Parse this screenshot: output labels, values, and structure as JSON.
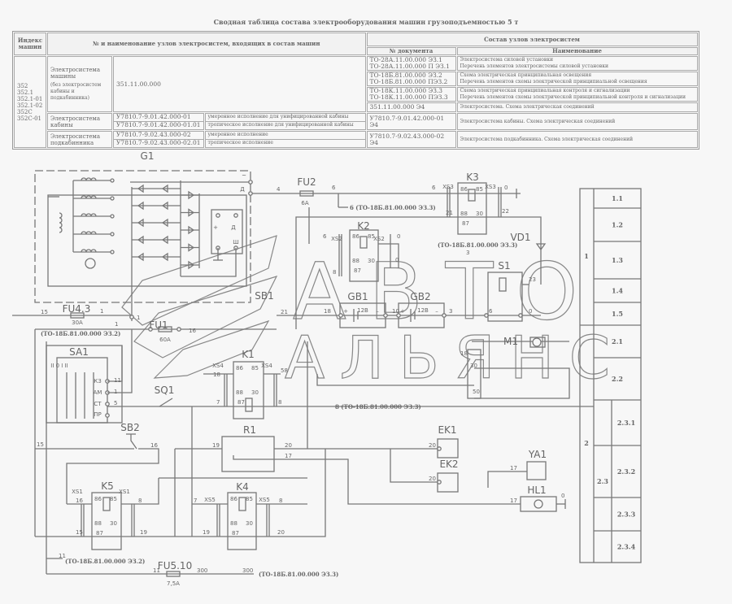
{
  "table": {
    "title": "Сводная таблица состава электрооборудования машин грузоподъемностью 5 т",
    "headers": {
      "index": "Индекс машин",
      "name": "№ и наименование узлов электросистем, входящих в состав машин",
      "composition": "Состав узлов электросистем",
      "doc_no": "№ документа",
      "doc_name": "Наименование"
    },
    "machine_indices": [
      "352",
      "352.1",
      "352.1-01",
      "352.1-02",
      "352С",
      "352С-01"
    ],
    "systems": [
      {
        "name": "Электросистема машины",
        "note": "(без электросистем кабины и подкабинника)",
        "variants": [
          {
            "code": "351.11.00.000",
            "desc": ""
          }
        ]
      },
      {
        "name": "Электросистема кабины",
        "variants": [
          {
            "code": "У7810.7-9.01.42.000-01",
            "desc": "умеренное исполнение для унифицированной кабины"
          },
          {
            "code": "У7810.7-9.01.42.000-01.01",
            "desc": "тропическое исполнение для унифицированной кабины"
          }
        ]
      },
      {
        "name": "Электросистема подкабинника",
        "variants": [
          {
            "code": "У7810.7-9.02.43.000-02",
            "desc": "умеренное исполнение"
          },
          {
            "code": "У7810.7-9.02.43.000-02.01",
            "desc": "тропическое исполнение"
          }
        ]
      }
    ],
    "documents": [
      {
        "no": [
          "ТО-28А.11.00.000 ЭЗ.1",
          "ТО-28А.11.00.000 П ЭЗ.1"
        ],
        "name": [
          "Электросистема силовой установки",
          "Перечень элементов электросистемы силовой установки"
        ]
      },
      {
        "no": [
          "ТО-18Б.81.00.000 ЭЗ.2",
          "ТО-18Б.81.00.000 ПЭЗ.2"
        ],
        "name": [
          "Схема электрическая принципиальная освещения",
          "Перечень элементов схемы электрической принципиальной освещения"
        ]
      },
      {
        "no": [
          "ТО-18К.11.00.000 ЭЗ.3",
          "ТО-18К.11.00.000 ПЭЗ.3"
        ],
        "name": [
          "Схема электрическая принципиальная контроля и сигнализации",
          "Перечень элементов схемы электрической принципиальной контроля и сигнализации"
        ]
      },
      {
        "no": [
          "351.11.00.000 Э4"
        ],
        "name": [
          "Электросистема. Схема электрическая соединений"
        ]
      },
      {
        "no": [
          "У7810.7-9.01.42.000-01 Э4"
        ],
        "name": [
          "Электросистема кабины. Схема электрическая соединений"
        ]
      },
      {
        "no": [
          "У7810.7-9.02.43.000-02 Э4"
        ],
        "name": [
          "Электросистема подкабинника. Схема электрическая соединений"
        ]
      }
    ]
  },
  "diagram": {
    "labels": {
      "g1": "G1",
      "fu2": "FU2",
      "fu2_rating": "6А",
      "k3": "K3",
      "k2": "K2",
      "vd1": "VD1",
      "gb1": "GB1",
      "gb2": "GB2",
      "gb_voltage": "12В",
      "s1": "S1",
      "m1": "M1",
      "sb1": "SB1",
      "fu43": "FU4.3",
      "fu43_rating": "30А",
      "fu1": "FU1",
      "fu1_rating": "60А",
      "sa1": "SA1",
      "k1": "K1",
      "sq1": "SQ1",
      "r1": "R1",
      "sb2": "SB2",
      "k5": "K5",
      "k4": "K4",
      "ek1": "EK1",
      "ek2": "EK2",
      "ya1": "YA1",
      "hl1": "HL1",
      "fu510": "FU5.10",
      "fu510_rating": "7,5А",
      "xs1": "XS1",
      "xs2": "XS2",
      "xs3": "XS3",
      "xs4": "XS4",
      "xs5": "XS5",
      "g1_ac": "~",
      "g1_d": "Д",
      "reg_plus": "+",
      "reg_d": "Д",
      "reg_sh": "Ш",
      "sa1_kz": "КЗ",
      "sa1_am": "АМ",
      "sa1_st": "СТ",
      "sa1_pr": "ПР",
      "sa1_pos": "II  0  I  II",
      "plus": "+",
      "minus": "–"
    },
    "refs": {
      "r6": "6 (ТО-18Б.81.00.000 ЭЗ.3)",
      "r_top": "(ТО-18Б.81.00.000 ЭЗ.3)",
      "r_fu43": "(ТО-18Б.81.00.000 ЭЗ.2)",
      "r8": "8 (ТО-18Б.81.00.000 ЭЗ.3)",
      "r_bottom_left": "(ТО-18Б.81.00.000 ЭЗ.2)",
      "r_bottom_right": "(ТО-18Б.81.00.000 ЭЗ.3)"
    },
    "wire_numbers": [
      "4",
      "6",
      "6",
      "0",
      "21",
      "22",
      "6",
      "0",
      "8",
      "0",
      "3",
      "23",
      "21",
      "18",
      "10",
      "3",
      "6",
      "0",
      "18",
      "30",
      "50",
      "15",
      "1",
      "1",
      "1",
      "16",
      "18",
      "58",
      "11",
      "1",
      "5",
      "7",
      "8",
      "15",
      "16",
      "19",
      "20",
      "17",
      "16",
      "8",
      "7",
      "8",
      "15",
      "19",
      "19",
      "20",
      "11",
      "11",
      "300",
      "300",
      "20",
      "20",
      "17",
      "17",
      "0"
    ],
    "relay_pins": [
      "86",
      "85",
      "88",
      "30",
      "87"
    ],
    "sections": {
      "s1": "1",
      "s2": "2",
      "s23": "2.3",
      "cells": [
        "1.1",
        "1.2",
        "1.3",
        "1.4",
        "1.5",
        "2.1",
        "2.2",
        "2.3.1",
        "2.3.2",
        "2.3.3",
        "2.3.4"
      ]
    },
    "watermark": {
      "line1": "АВТО",
      "line2": "АЛЬЯНС"
    }
  }
}
